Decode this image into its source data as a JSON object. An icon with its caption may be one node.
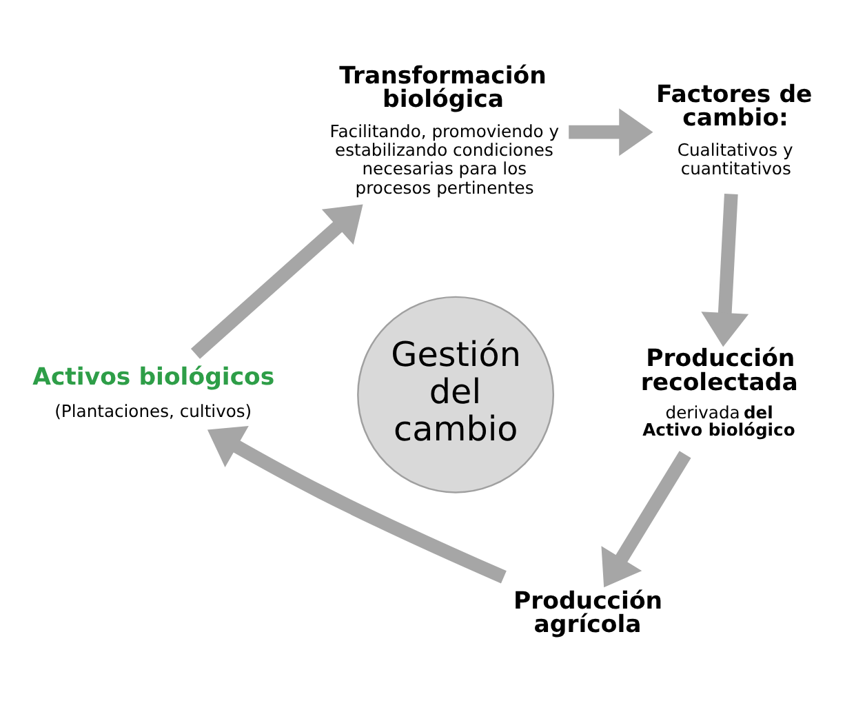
{
  "diagram": {
    "nodes": [
      {
        "text": [
          "Transformación biológica",
          "Facilitando, promoviendo y estabilizando condiciones necesarias para los procesos pertinentes"
        ]
      },
      {
        "text": [
          "Factores de cambio:",
          "Cualitativos y cuantitativos"
        ]
      },
      {
        "text": [
          "Producción recolectada",
          "derivada **del Activo biológico**"
        ]
      },
      {
        "text": [
          "Producción agrícola"
        ]
      },
      {
        "text": [
          "Activos biológicos",
          "(Plantaciones, cultivos)"
        ]
      },
      {
        "text": [
          "Gestión del cambio"
        ]
      }
    ],
    "edges": [
      {
        "from": 0,
        "to": 1,
        "arrow": "to"
      },
      {
        "from": 1,
        "to": 2,
        "arrow": "to"
      },
      {
        "from": 2,
        "to": 3,
        "arrow": "to"
      },
      {
        "from": 3,
        "to": 4,
        "arrow": "to"
      },
      {
        "from": 4,
        "to": 0,
        "arrow": "to"
      }
    ]
  }
}
